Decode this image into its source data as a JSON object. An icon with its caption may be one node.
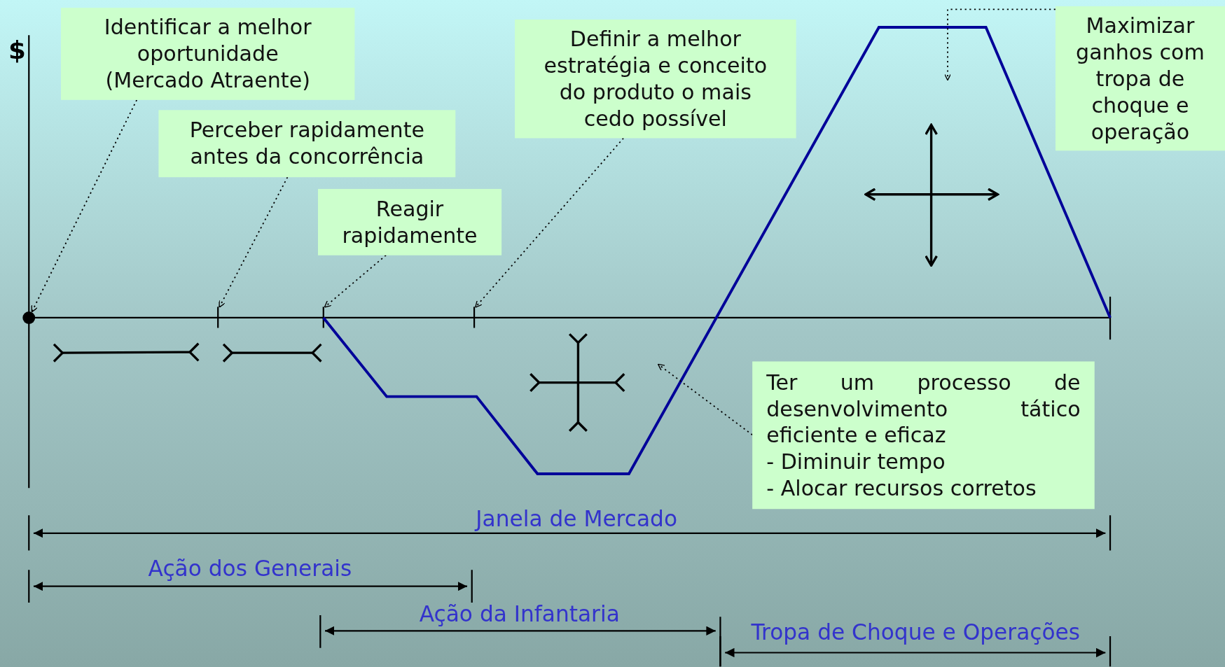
{
  "diagram": {
    "nodes": [
      {
        "text": [
          "Identificar a melhor oportunidade (Mercado Atraente)"
        ]
      },
      {
        "text": [
          "Perceber rapidamente antes da concorrência"
        ]
      },
      {
        "text": [
          "Reagir rapidamente"
        ]
      },
      {
        "text": [
          "Definir a melhor estratégia e conceito do produto o mais cedo possível"
        ]
      },
      {
        "text": [
          "Maximizar ganhos com tropa de choque e operação"
        ]
      },
      {
        "text": [
          "Ter um processo de desenvolvimento tático eficiente e eficaz",
          "- Diminuir tempo",
          "- Alocar recursos corretos"
        ]
      },
      {
        "text": [],
        "shape": "circle"
      },
      {
        "text": [],
        "shape": "bar"
      },
      {
        "text": [],
        "shape": "bar"
      },
      {
        "text": [],
        "shape": "bar"
      }
    ],
    "edges": [
      {
        "from": 0,
        "to": 6,
        "arrow": "to",
        "style": "dashed"
      },
      {
        "from": 1,
        "to": 7,
        "arrow": "to",
        "style": "dashed"
      },
      {
        "from": 2,
        "to": 8,
        "arrow": "to",
        "style": "dashed"
      },
      {
        "from": 3,
        "to": 9,
        "arrow": "to",
        "style": "dashed"
      },
      {
        "from": 4,
        "to": null,
        "arrow": "to",
        "style": "dashed"
      },
      {
        "from": 5,
        "to": null,
        "arrow": "to",
        "style": "dashed"
      }
    ],
    "labels": [
      "$",
      "Janela de Mercado",
      "Ação dos Generais",
      "Ação da Infantaria",
      "Tropa de Choque e Operações"
    ]
  }
}
